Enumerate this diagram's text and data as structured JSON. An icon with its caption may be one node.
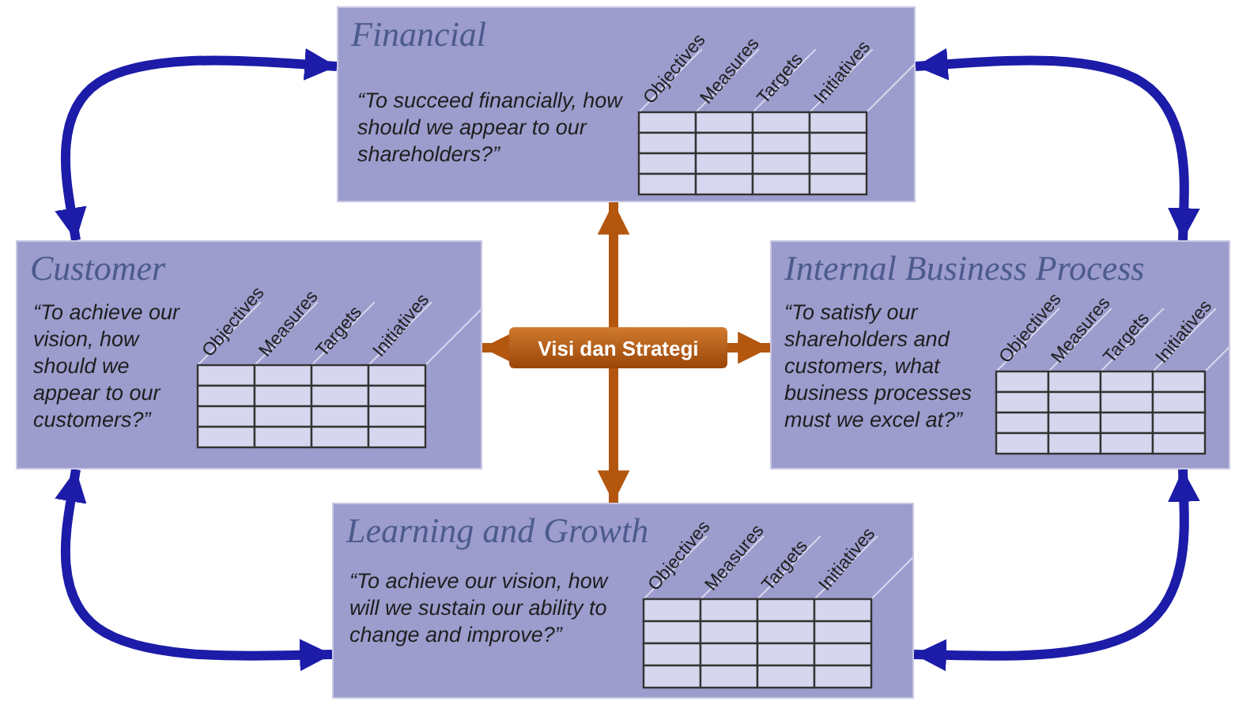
{
  "diagram": {
    "nodes": [
      {
        "text": [
          "Financial",
          "“To succeed financially, how should we appear to our shareholders?”",
          "Objectives",
          "Measures",
          "Targets",
          "Initiatives"
        ]
      },
      {
        "text": [
          "Customer",
          "“To achieve our vision, how should we appear to our customers?”",
          "Objectives",
          "Measures",
          "Targets",
          "Initiatives"
        ]
      },
      {
        "text": [
          "Internal Business Process",
          "“To satisfy our shareholders and customers, what business processes must we excel at?”",
          "Objectives",
          "Measures",
          "Targets",
          "Initiatives"
        ]
      },
      {
        "text": [
          "Learning and Growth",
          "“To achieve our vision, how will we sustain our ability to change and improve?”",
          "Objectives",
          "Measures",
          "Targets",
          "Initiatives"
        ]
      },
      {
        "text": [
          "Visi dan Strategi"
        ]
      }
    ],
    "edges": [
      {
        "from": 1,
        "to": 0,
        "arrow": "both",
        "color": "#1c1ca8"
      },
      {
        "from": 0,
        "to": 2,
        "arrow": "both",
        "color": "#1c1ca8"
      },
      {
        "from": 2,
        "to": 3,
        "arrow": "both",
        "color": "#1c1ca8"
      },
      {
        "from": 3,
        "to": 1,
        "arrow": "both",
        "color": "#1c1ca8"
      },
      {
        "from": 4,
        "to": 0,
        "arrow": "to",
        "color": "#b3560e"
      },
      {
        "from": 4,
        "to": 1,
        "arrow": "to",
        "color": "#b3560e"
      },
      {
        "from": 4,
        "to": 2,
        "arrow": "to",
        "color": "#b3560e"
      },
      {
        "from": 4,
        "to": 3,
        "arrow": "to",
        "color": "#b3560e"
      }
    ]
  }
}
